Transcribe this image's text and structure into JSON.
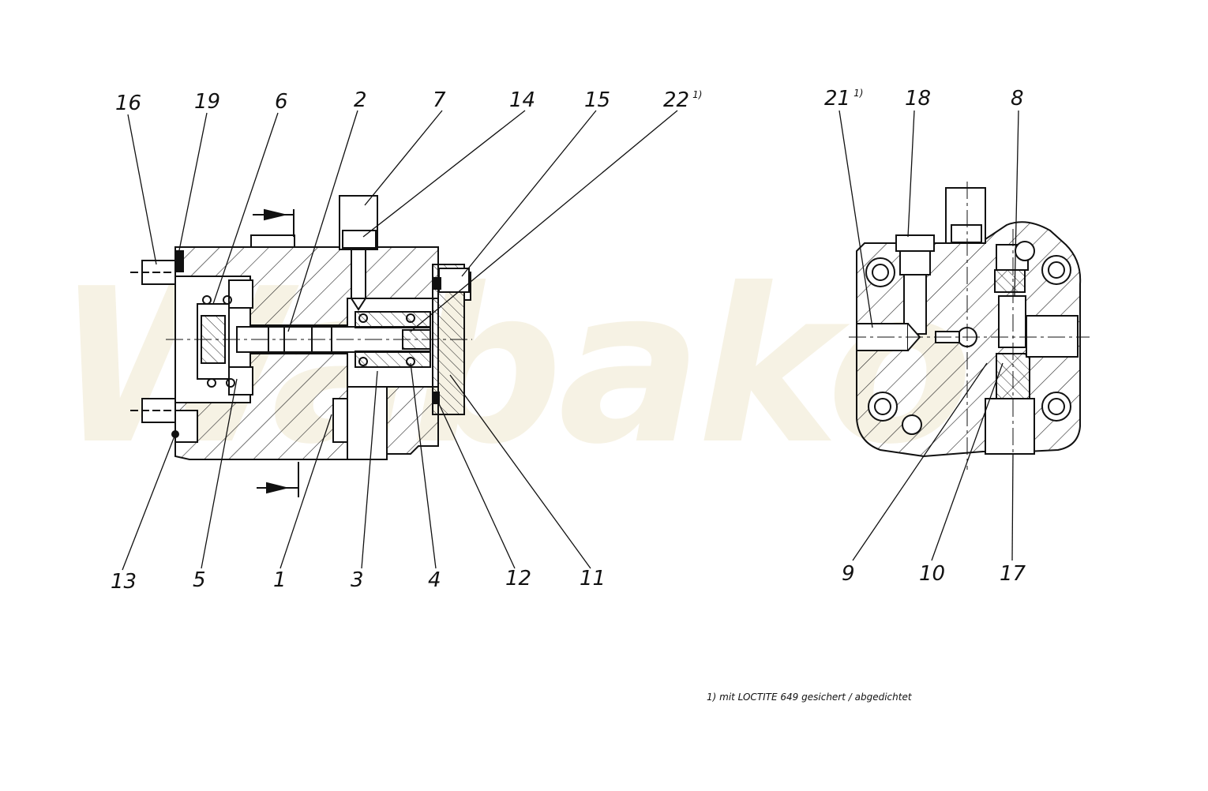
{
  "watermark": "Wabako",
  "footnote": "1) mit LOCTITE 649 gesichert / abgedichtet",
  "labels": {
    "n16": "16",
    "n19": "19",
    "n6": "6",
    "n2": "2",
    "n7": "7",
    "n14": "14",
    "n15": "15",
    "n22": "22",
    "n22_sup": "1)",
    "n13": "13",
    "n5": "5",
    "n1": "1",
    "n3": "3",
    "n4": "4",
    "n12": "12",
    "n11": "11",
    "n21": "21",
    "n21_sup": "1)",
    "n18": "18",
    "n8": "8",
    "n9": "9",
    "n10": "10",
    "n17": "17"
  }
}
